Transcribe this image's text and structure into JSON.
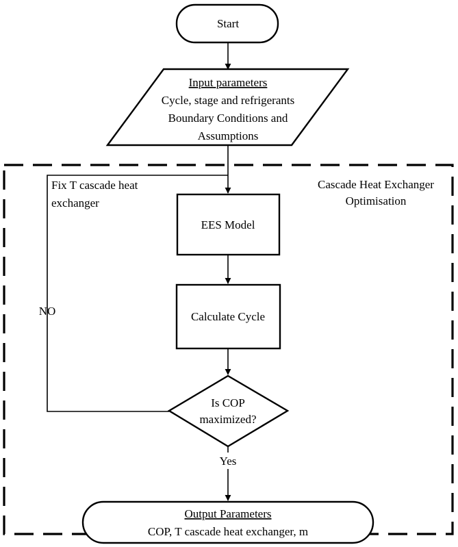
{
  "flowchart": {
    "start": "Start",
    "input": {
      "title": "Input parameters",
      "line1": "Cycle, stage and refrigerants",
      "line2": "Boundary Conditions and",
      "line3": "Assumptions"
    },
    "region": {
      "line1": "Cascade Heat Exchanger",
      "line2": "Optimisation"
    },
    "loop_note": {
      "line1": "Fix T  cascade heat",
      "line2": "exchanger"
    },
    "model": "EES Model",
    "calculate": "Calculate Cycle",
    "decision": {
      "line1": "Is COP",
      "line2": "maximized?"
    },
    "no_label": "NO",
    "yes_label": "Yes",
    "output": {
      "title": "Output Parameters",
      "line1": "COP, T cascade heat exchanger, m"
    }
  }
}
